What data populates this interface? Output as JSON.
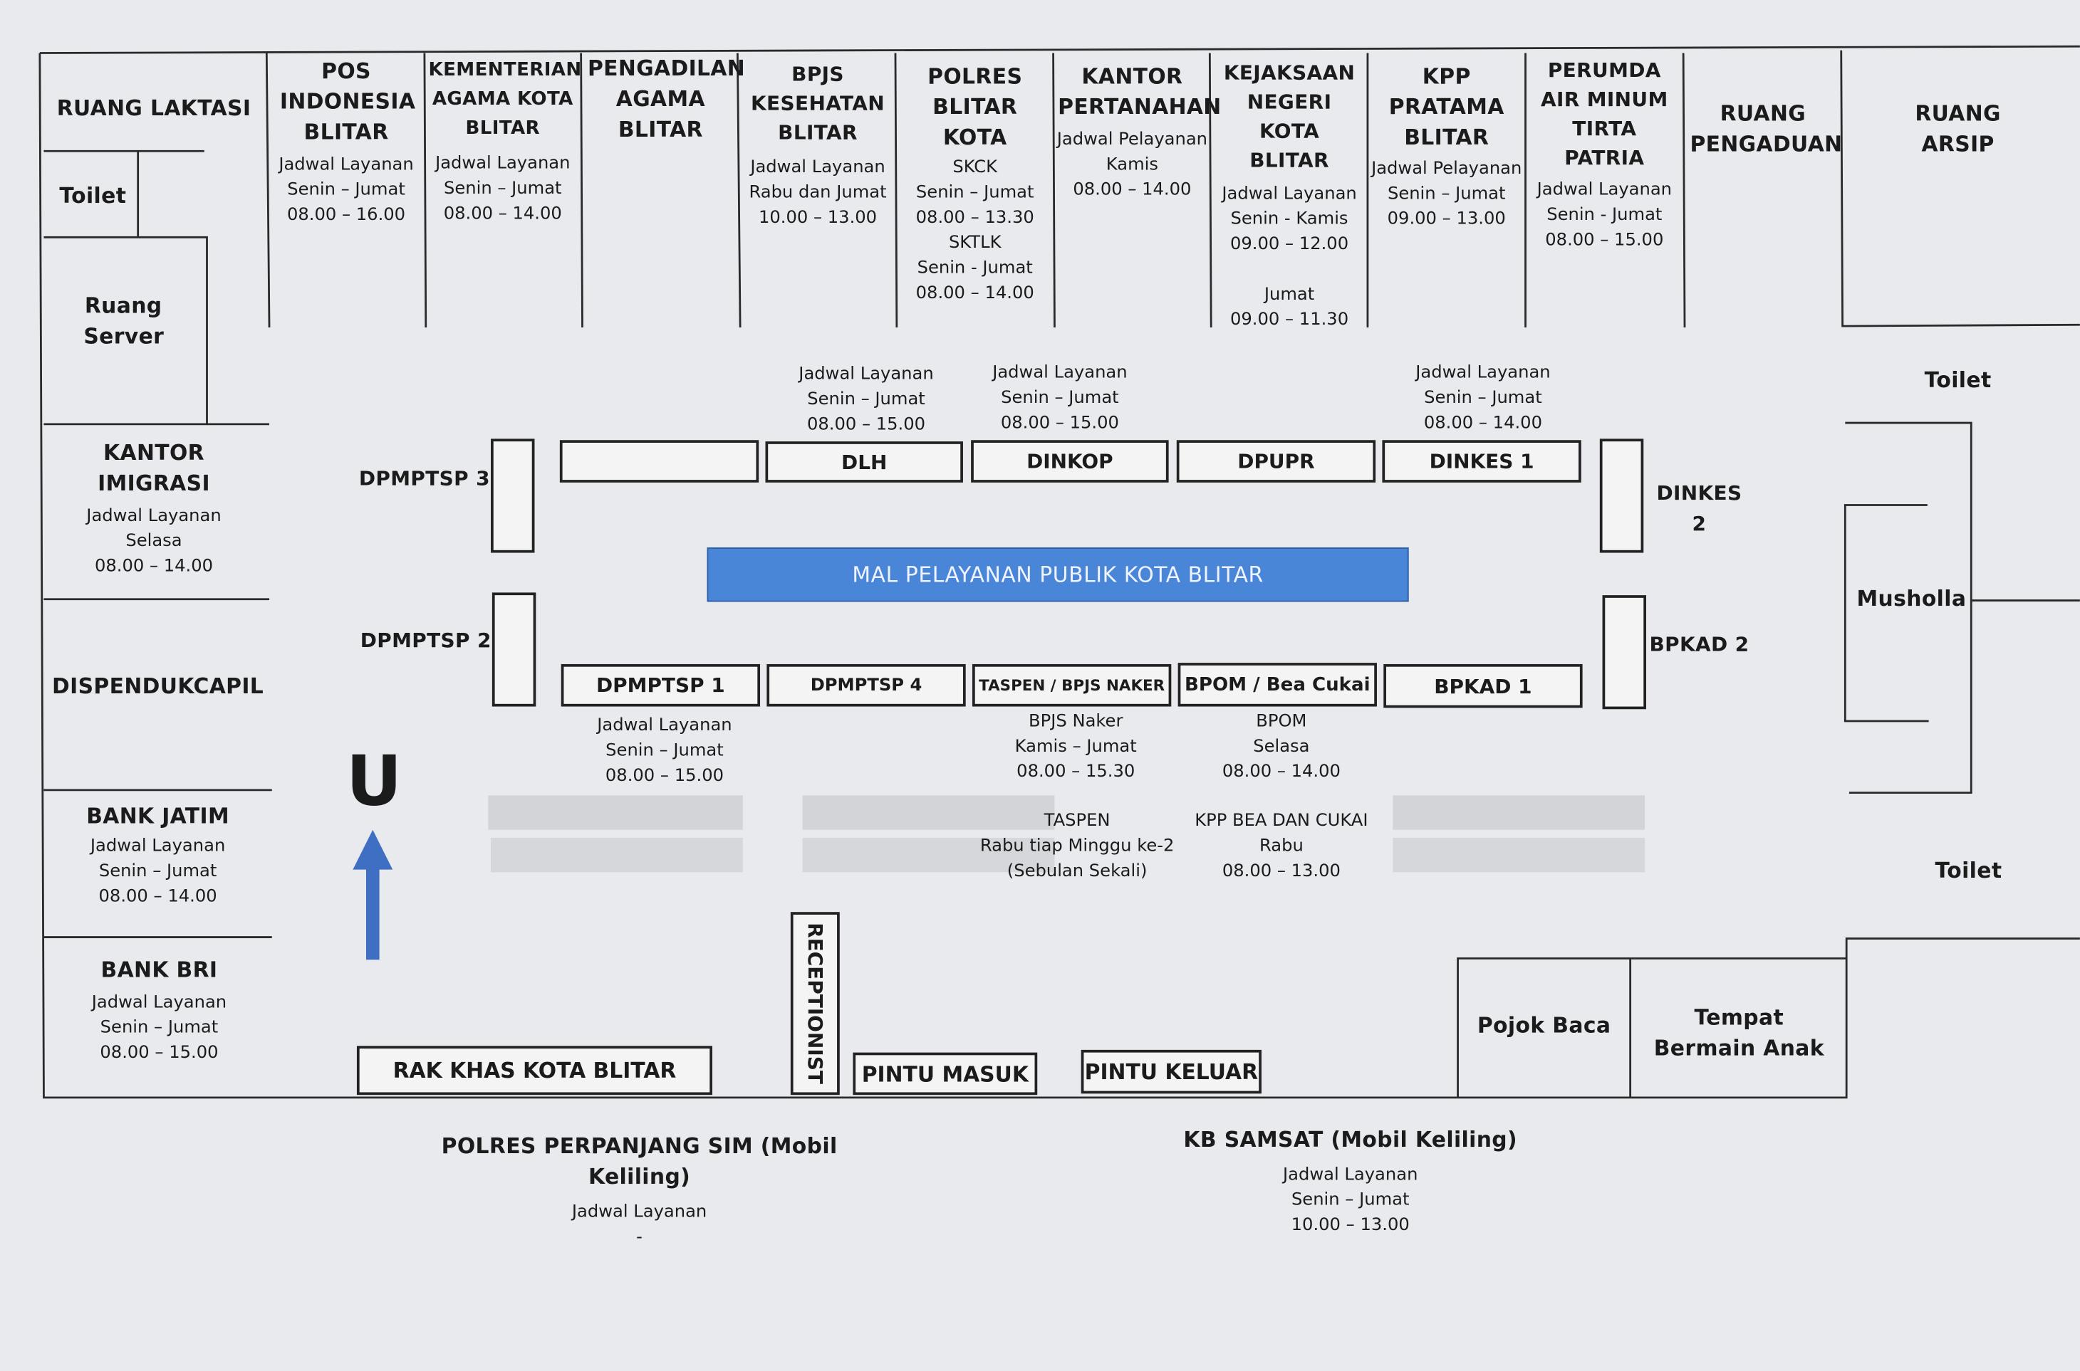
{
  "rooms_top": [
    {
      "id": "laktasi",
      "title": "RUANG LAKTASI"
    },
    {
      "id": "pos",
      "title": "POS INDONESIA BLITAR",
      "sched": [
        "Jadwal Layanan",
        "Senin – Jumat",
        "08.00 – 16.00"
      ]
    },
    {
      "id": "kemenag",
      "title": "KEMENTERIAN AGAMA KOTA BLITAR",
      "sched": [
        "Jadwal Layanan",
        "Senin – Jumat",
        "08.00 – 14.00"
      ]
    },
    {
      "id": "pa",
      "title": "PENGADILAN AGAMA BLITAR"
    },
    {
      "id": "bpjs",
      "title": "BPJS KESEHATAN BLITAR",
      "sched": [
        "Jadwal Layanan",
        "Rabu dan Jumat",
        "10.00 – 13.00"
      ]
    },
    {
      "id": "polres",
      "title": "POLRES BLITAR KOTA",
      "sched": [
        "SKCK",
        "Senin – Jumat",
        "08.00 – 13.30",
        "SKTLK",
        "Senin - Jumat",
        "08.00 – 14.00"
      ]
    },
    {
      "id": "bpn",
      "title": "KANTOR PERTANAHAN",
      "sched": [
        "Jadwal Pelayanan",
        "Kamis",
        "08.00 – 14.00"
      ]
    },
    {
      "id": "kejari",
      "title": "KEJAKSAAN NEGERI KOTA BLITAR",
      "sched": [
        "Jadwal Layanan",
        "Senin - Kamis",
        "09.00 – 12.00",
        "",
        "Jumat",
        "09.00 – 11.30"
      ]
    },
    {
      "id": "kpp",
      "title": "KPP PRATAMA BLITAR",
      "sched": [
        "Jadwal Pelayanan",
        "Senin – Jumat",
        "09.00 – 13.00"
      ]
    },
    {
      "id": "pdam",
      "title": "PERUMDA AIR MINUM TIRTA PATRIA",
      "sched": [
        "Jadwal Layanan",
        "Senin - Jumat",
        "08.00 – 15.00"
      ]
    },
    {
      "id": "pengaduan",
      "title": "RUANG PENGADUAN"
    },
    {
      "id": "arsip",
      "title": "RUANG ARSIP"
    }
  ],
  "rooms_left": {
    "toilet": "Toilet",
    "server": "Ruang Server",
    "imigrasi": {
      "title": "KANTOR IMIGRASI",
      "sched": [
        "Jadwal Layanan",
        "Selasa",
        "08.00 – 14.00"
      ]
    },
    "dukcapil": "DISPENDUKCAPIL",
    "jatim": {
      "title": "BANK JATIM",
      "sched": [
        "Jadwal Layanan",
        "Senin – Jumat",
        "08.00 – 14.00"
      ]
    },
    "bri": {
      "title": "BANK BRI",
      "sched": [
        "Jadwal Layanan",
        "Senin – Jumat",
        "08.00 – 15.00"
      ]
    }
  },
  "rooms_right": {
    "toilet_top": "Toilet",
    "musholla": "Musholla",
    "toilet_bottom": "Toilet"
  },
  "counters_top": {
    "blank": "",
    "dlh": "DLH",
    "dinkop": "DINKOP",
    "dpupr": "DPUPR",
    "dinkes1": "DINKES 1"
  },
  "schedules_top": {
    "dlh": [
      "Jadwal Layanan",
      "Senin – Jumat",
      "08.00 – 15.00"
    ],
    "dinkop": [
      "Jadwal Layanan",
      "Senin – Jumat",
      "08.00 – 15.00"
    ],
    "dinkes1": [
      "Jadwal Layanan",
      "Senin – Jumat",
      "08.00 – 14.00"
    ]
  },
  "side_counters": {
    "dpmptsp3": "DPMPTSP 3",
    "dpmptsp2": "DPMPTSP 2",
    "dinkes2": "DINKES 2",
    "bpkad2": "BPKAD 2"
  },
  "banner": "MAL PELAYANAN PUBLIK KOTA BLITAR",
  "counters_bottom": {
    "dpmptsp1": "DPMPTSP 1",
    "dpmptsp4": "DPMPTSP 4",
    "taspen": "TASPEN / BPJS NAKER",
    "bpom": "BPOM / Bea Cukai",
    "bpkad1": "BPKAD 1"
  },
  "schedules_bottom": {
    "dpmptsp1": [
      "Jadwal Layanan",
      "Senin – Jumat",
      "08.00 – 15.00"
    ],
    "bpjsnaker": [
      "BPJS Naker",
      "Kamis – Jumat",
      "08.00 – 15.30"
    ],
    "bpom": [
      "BPOM",
      "Selasa",
      "08.00 – 14.00"
    ],
    "taspen": [
      "TASPEN",
      "Rabu tiap Minggu ke-2",
      "(Sebulan Sekali)"
    ],
    "beacukai": [
      "KPP BEA DAN CUKAI",
      "Rabu",
      "08.00 – 13.00"
    ]
  },
  "north": "U",
  "entrance": {
    "receptionist": "RECEPTIONIST",
    "rak": "RAK KHAS KOTA BLITAR",
    "masuk": "PINTU MASUK",
    "keluar": "PINTU KELUAR"
  },
  "corner": {
    "pojok": "Pojok Baca",
    "bermain": "Tempat Bermain Anak"
  },
  "outside": {
    "sim": {
      "title": "POLRES PERPANJANG SIM (Mobil Keliling)",
      "sched": [
        "Jadwal Layanan",
        "-"
      ]
    },
    "samsat": {
      "title": "KB SAMSAT (Mobil Keliling)",
      "sched": [
        "Jadwal Layanan",
        "Senin – Jumat",
        "10.00 – 13.00"
      ]
    }
  },
  "colors": {
    "banner": "#4a86d8",
    "line": "#222222",
    "paper": "#f4f4f5",
    "arrow": "#3f6fc2"
  }
}
